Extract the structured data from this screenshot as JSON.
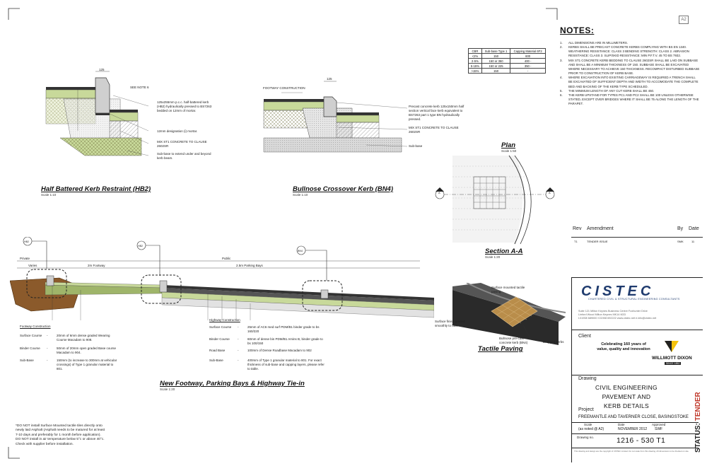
{
  "sheet_size": "A2",
  "notes": {
    "heading": "NOTES:",
    "items": [
      "ALL DIMENSIONS ARE IN MILLIMETERS.",
      "KERBS SHALL BE PRECAST CONCRETE KERBS COMPLYING WITH BS EN 1340. WEATHERING RESISTANCE: CLASS 3 BENDING STRENGTH: CLASS 2. ABRASION RESISTANCE: CLASS 3. SLIP/SKID RESISTANCE: MIN P.F.T.V. 45 TO BS 7932.",
      "MIX ST1 CONCRETE KERB BEDDING TO CLAUSE 2602SR SHALL BE LAID ON SUBBASE AND SHALL BE A MINIMUM THICKNESS OF 150. SUBBASE SHALL BE EXCAVATED WHERE NECESSARY TO ACHIEVE 150 THICKNESS. RECOMPACT DISTURBED SUBBASE PRIOR TO CONSTRUCTION OF KERB BASE.",
      "WHERE EXCAVATION INTO EXISTING CARRIAGEWAY IS REQUIRED A TRENCH SHALL BE EXCAVATED OF SUFFICIENT DEPTH AND WIDTH TO ACCOMODATE THE COMPLETE BED AND BACKING OF THE KERB TYPE SCHEDULED.",
      "THE MINIMUM LENGTH OF ANY CUT KERB SHALL BE 450.",
      "THE KERB UPSTAND FOR TYPES PC1 AND PC2 SHALL BE 100 UNLESS OTHERWISE STATED, EXCEPT OVER BRIDGES WHERE IT SHALL BE 75 ALONG THE LENGTH OF THE PARAPET."
    ]
  },
  "subbase_table": {
    "headers": [
      "CBR",
      "Sub-base Type 1",
      "Capping Material 6F2"
    ],
    "rows": [
      [
        "<2%",
        "150",
        "600"
      ],
      [
        "2-5%",
        "150 or 350",
        "400 -"
      ],
      [
        "5-15%",
        "150 or 225",
        "350 -"
      ],
      [
        ">15%",
        "150",
        "-"
      ]
    ]
  },
  "details": {
    "hb2": {
      "title": "Half Battered Kerb Restraint (HB2)",
      "scale": "Scale 1:10",
      "see_note": "SEE NOTE 6",
      "dim_top": "125",
      "labels": [
        "125x255mm p.c.c. half-battered kerb (HB2) hydraulically pressed to BS7263 bedded on 12mm of mortar.",
        "12mm designation (i) mortar.",
        "MIX ST1 CONCRETE TO CLAUSE 2602SR",
        "Sub-base to extend under and beyond kerb beam."
      ]
    },
    "bn4": {
      "title": "Bullnose Crossover Kerb (BN4)",
      "scale": "Scale 1:10",
      "footway_label": "FOOTWAY CONSTRUCTION",
      "dim_top": "125",
      "labels": [
        "Precast concrete kerb 125x150mm half section vertical face kerb equivalent to BS7263 part 1 type BN hydraulically pressed.",
        "MIX ST1 CONCRETE TO CLAUSE 2602SR",
        "Sub-base"
      ]
    },
    "plan": {
      "title": "Plan",
      "scale": "Scale 1:50",
      "marker": "A"
    },
    "section_aa": {
      "title": "Section A-A",
      "scale": "Scale 1:20"
    },
    "tactile": {
      "title": "Tactile Paving",
      "labels": [
        "Surface mounted tactile paving",
        "Surface finish graded smoothly to falls",
        "Bullnose pre-cast concrete kerb (BN4)",
        "Dropped kerbs"
      ]
    },
    "cross_section": {
      "title": "New Footway, Parking Bays & Highway Tie-in",
      "scale": "Scale 1:20",
      "private_label": "Private",
      "public_label": "Public",
      "varies_label": "Varies",
      "footway_width": "2m Footway",
      "parking_width": "2.5m Parking Bays",
      "callouts": [
        "HB2",
        "HB2",
        "BN4"
      ],
      "footway_heading": "Footway Construction",
      "footway_layers": [
        [
          "Surface Course",
          "-",
          "20mm of 6mm dense graded Wearing Course Macadam to 908."
        ],
        [
          "Binder Course",
          "-",
          "50mm of 20mm open graded Base course Macadam to 904."
        ],
        [
          "Sub-Base",
          "-",
          "150mm (to increase to 300mm at vehicular crossings) of Type 1 granular material to 801."
        ]
      ],
      "highway_heading": "Highway Construction",
      "highway_layers": [
        [
          "Surface Course",
          "-",
          "25mm of AC6 med surf PDM/B1 binder grade to bs 160/220"
        ],
        [
          "Binder Course",
          "-",
          "60mm of dense bin PDM/B1 Amins B, binder grade to bs 100/150"
        ],
        [
          "Road Base",
          "-",
          "100mm of Dense Roadbase Macadam to 902"
        ],
        [
          "Sub-Base",
          "-",
          "400mm of Type 1 granular material to 801. For exact thickness of sub-base and capping layers, please refer to table."
        ]
      ]
    }
  },
  "bottom_note": "*DO NOT install Surface Mounted tactile tiles directly onto newly laid Asphalt (Asphalt needs to be matured for at least 7-10 days and preferably for 1 month before application). DO NOT install in air temperature below 5°c or above 40°c. Check with supplier before installation.",
  "revision": {
    "headers": [
      "Rev",
      "Amendment",
      "By",
      "Date"
    ],
    "rows": [
      [
        "T1",
        "TENDER ISSUE",
        "SMK",
        "11"
      ]
    ]
  },
  "title_block": {
    "company": "CISTEC",
    "company_sub": "CHARTERED CIVIL & STRUCTURAL ENGINEERING CONSULTANTS",
    "address": [
      "Suite 121   Milton Keynes Business Centre   Foxhunter Drive",
      "Linford Wood   Milton Keynes   MK14 6GD",
      "t.01908 689000   f.01908 692222   www.cistec.net   e.info@cistec.net"
    ],
    "client_label": "Client",
    "client_slogan": "Celebrating 160 years of value, quality and innovation",
    "client_name": "WILLMOTT DIXON",
    "client_since": "SINCE 1852",
    "drawing_label": "Drawing",
    "drawing_title": [
      "CIVIL ENGINEERING",
      "PAVEMENT AND",
      "KERB DETAILS"
    ],
    "project_label": "Project",
    "project_name": "FREEMANTLE AND TAVERNER CLOSE, BASINGSTOKE",
    "scale_label": "Scale",
    "scale_value": "(as noted @ A2)",
    "date_label": "Date",
    "date_value": "NOVEMBER 2012",
    "approved_label": "Approved",
    "approved_value": "SWF",
    "drawing_no_label": "Drawing no.",
    "drawing_no": "1216 - 530 T1",
    "status_label": "STATUS:",
    "status_value": "TENDER",
    "copyright": "This drawing and design are the copyright of CISTEC Limited. Do not scale from this drawing. All dimensions to be checked on site."
  },
  "colors": {
    "accent_red": "#c0392b",
    "subbase_green": "#c8d99a",
    "surface_dark": "#3a3a3a",
    "soil_brown": "#8b5a2b",
    "concrete_grey": "#e2e2e2"
  }
}
